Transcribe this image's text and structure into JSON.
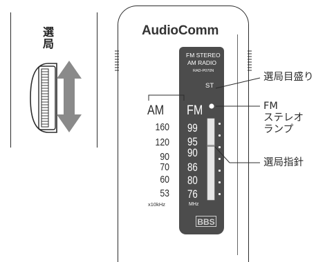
{
  "closeup": {
    "label": "選局"
  },
  "radio": {
    "brand": "AudioComm",
    "model_line1": "FM STEREO",
    "model_line2": "AM RADIO",
    "model_number": "RAD-P070N",
    "st_label": "ST",
    "am_band": "AM",
    "fm_band": "FM",
    "am_scale": [
      "160",
      "120",
      "90",
      "70",
      "60",
      "53"
    ],
    "fm_scale": [
      "99",
      "95",
      "90",
      "86",
      "80",
      "76"
    ],
    "am_unit": "x10kHz",
    "fm_unit": "MHz",
    "bbs_label": "BBS"
  },
  "callouts": {
    "dial_marks": "選局目盛り",
    "fm_stereo_lamp": [
      "FM",
      "ステレオ",
      "ランプ"
    ],
    "tuning_pointer": "選局指針"
  },
  "colors": {
    "panel": "#4c4c4c",
    "line": "#2b2b2b",
    "text_on_panel": "#ffffff"
  },
  "icons": [
    "tuning-wheel-icon",
    "up-down-arrow-icon",
    "stereo-lamp-icon",
    "tuning-pointer-icon"
  ]
}
